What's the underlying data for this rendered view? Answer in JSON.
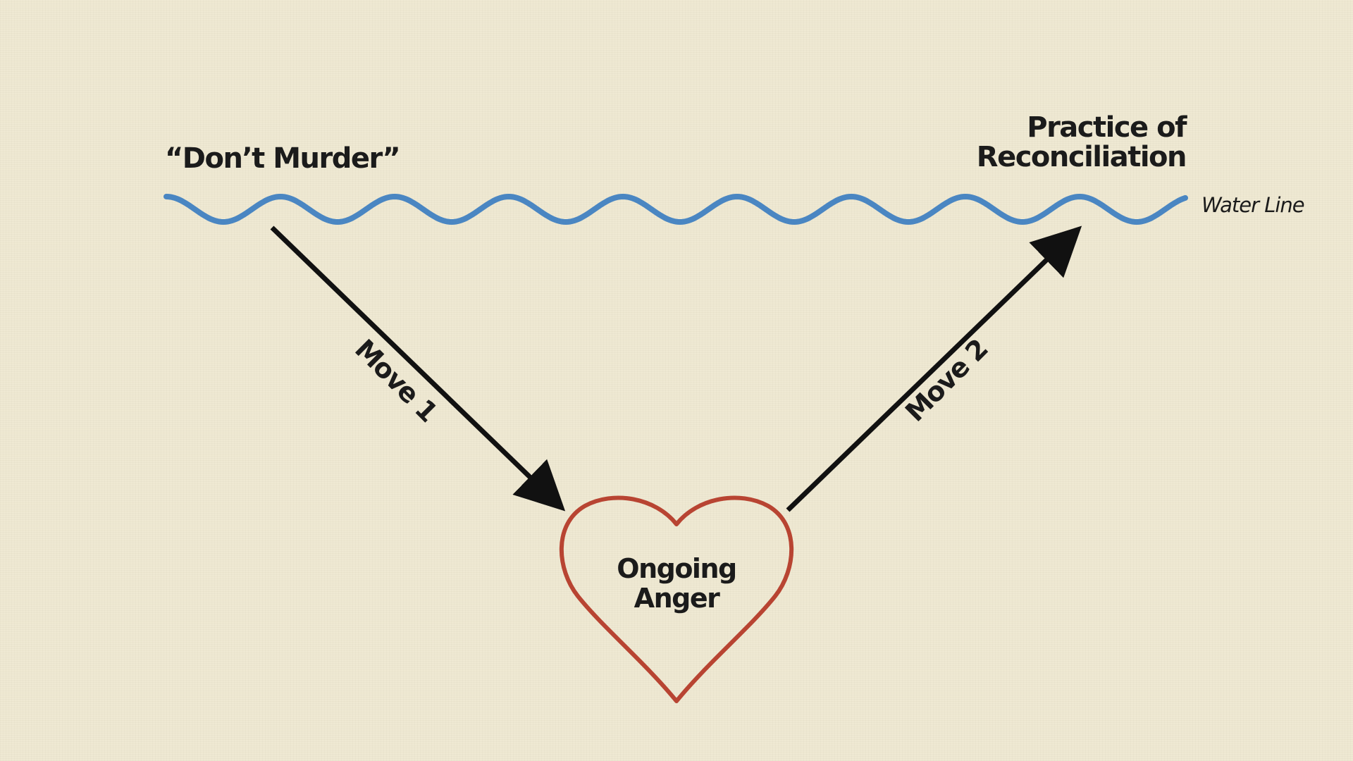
{
  "labels": {
    "top_left": "“Don’t Murder”",
    "top_right_line1": "Practice of",
    "top_right_line2": "Reconciliation",
    "water_line": "Water Line",
    "heart_line1": "Ongoing",
    "heart_line2": "Anger",
    "move1": "Move 1",
    "move2": "Move 2"
  },
  "colors": {
    "background": "#efe9d3",
    "water": "#4a86c2",
    "heart": "#b84432",
    "arrow": "#111111",
    "text": "#1b1b1b"
  },
  "icons": {
    "water": "wavy-line-icon",
    "heart": "heart-outline-icon",
    "arrow1": "arrow-down-right-icon",
    "arrow2": "arrow-up-right-icon"
  }
}
